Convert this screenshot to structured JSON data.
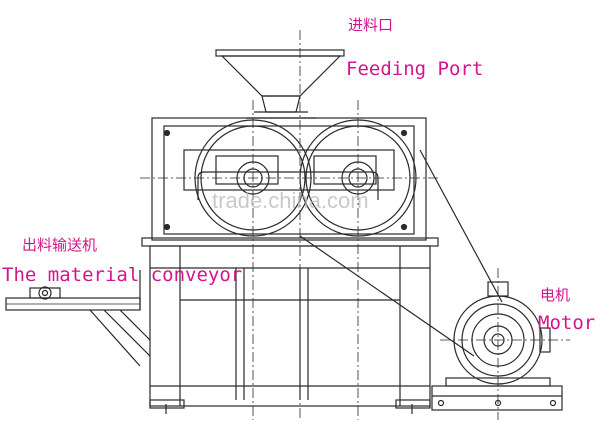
{
  "labels": {
    "feeding_port_cn": "进料口",
    "feeding_port_en": "Feeding Port",
    "conveyor_cn": "出料输送机",
    "conveyor_en": "The material conveyor",
    "motor_cn": "电机",
    "motor_en": "Motor"
  },
  "watermark": "trade.china.com",
  "colors": {
    "label": "#d4148c",
    "line": "#2a2a2a",
    "watermark": "#b8b8b8"
  }
}
